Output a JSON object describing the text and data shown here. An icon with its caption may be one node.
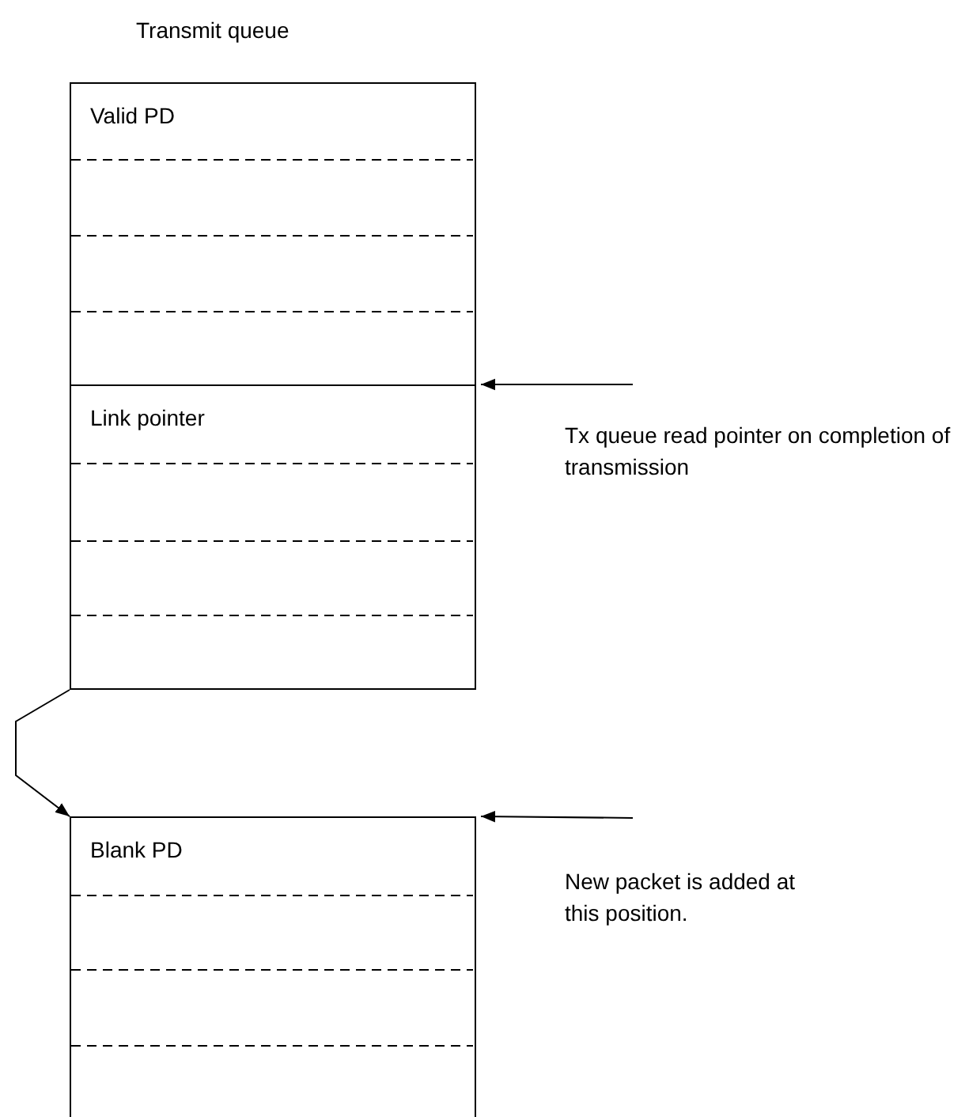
{
  "diagram": {
    "title": "Transmit queue",
    "nodes": [
      {
        "text": [
          "Valid PD"
        ]
      },
      {
        "text": [
          "Link pointer"
        ]
      },
      {
        "text": [
          "Blank PD"
        ]
      }
    ],
    "edges": [
      {
        "from": 1,
        "to": 2,
        "arrow": "to"
      },
      {
        "from": null,
        "to": 1,
        "arrow": "to"
      },
      {
        "from": null,
        "to": 2,
        "arrow": "to"
      }
    ],
    "labels": [
      "Tx queue read pointer on completion of transmission",
      "New packet is added at this position."
    ]
  }
}
